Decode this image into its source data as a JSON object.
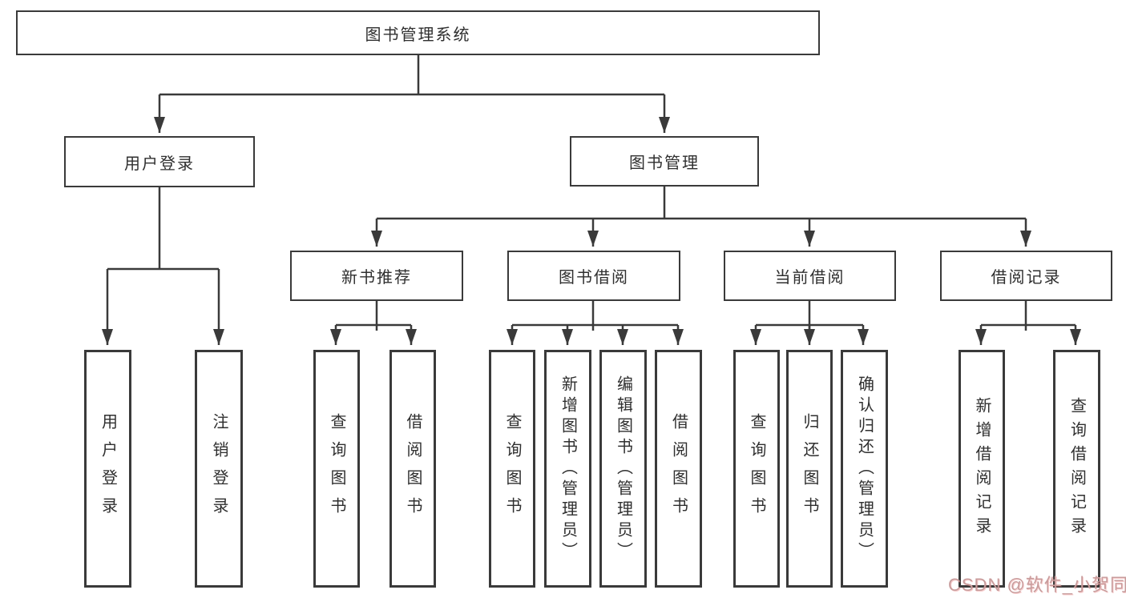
{
  "diagram": {
    "type": "functional-decomposition-tree",
    "title": "图书管理系统",
    "nodes": {
      "root": {
        "label": "图书管理系统"
      },
      "user_login": {
        "label": "用户登录"
      },
      "book_mgmt": {
        "label": "图书管理"
      },
      "new_book_rec": {
        "label": "新书推荐"
      },
      "book_borrow": {
        "label": "图书借阅"
      },
      "current_borrow": {
        "label": "当前借阅"
      },
      "borrow_records": {
        "label": "借阅记录"
      },
      "leaf_user_login": {
        "label": "用户登录"
      },
      "leaf_logout": {
        "label": "注销登录"
      },
      "rec_query_book": {
        "label": "查询图书"
      },
      "rec_borrow_book": {
        "label": "借阅图书"
      },
      "bb_query_book": {
        "label": "查询图书"
      },
      "bb_add_book": {
        "label": "新增图书（管理员）"
      },
      "bb_edit_book": {
        "label": "编辑图书（管理员）"
      },
      "bb_borrow_book": {
        "label": "借阅图书"
      },
      "cb_query_book": {
        "label": "查询图书"
      },
      "cb_return_book": {
        "label": "归还图书"
      },
      "cb_confirm_return": {
        "label": "确认归还（管理员）"
      },
      "br_add_record": {
        "label": "新增借阅记录"
      },
      "br_query_record": {
        "label": "查询借阅记录"
      }
    },
    "hierarchy": {
      "图书管理系统": {
        "用户登录": [
          "用户登录",
          "注销登录"
        ],
        "图书管理": {
          "新书推荐": [
            "查询图书",
            "借阅图书"
          ],
          "图书借阅": [
            "查询图书",
            "新增图书（管理员）",
            "编辑图书（管理员）",
            "借阅图书"
          ],
          "当前借阅": [
            "查询图书",
            "归还图书",
            "确认归还（管理员）"
          ],
          "借阅记录": [
            "新增借阅记录",
            "查询借阅记录"
          ]
        }
      }
    }
  },
  "watermark": {
    "text": "CSDN @软件_小贺同学",
    "color": "#c89c9c"
  },
  "colors": {
    "line": "#3a3a3a",
    "text": "#2f2f2f",
    "background": "#ffffff"
  }
}
